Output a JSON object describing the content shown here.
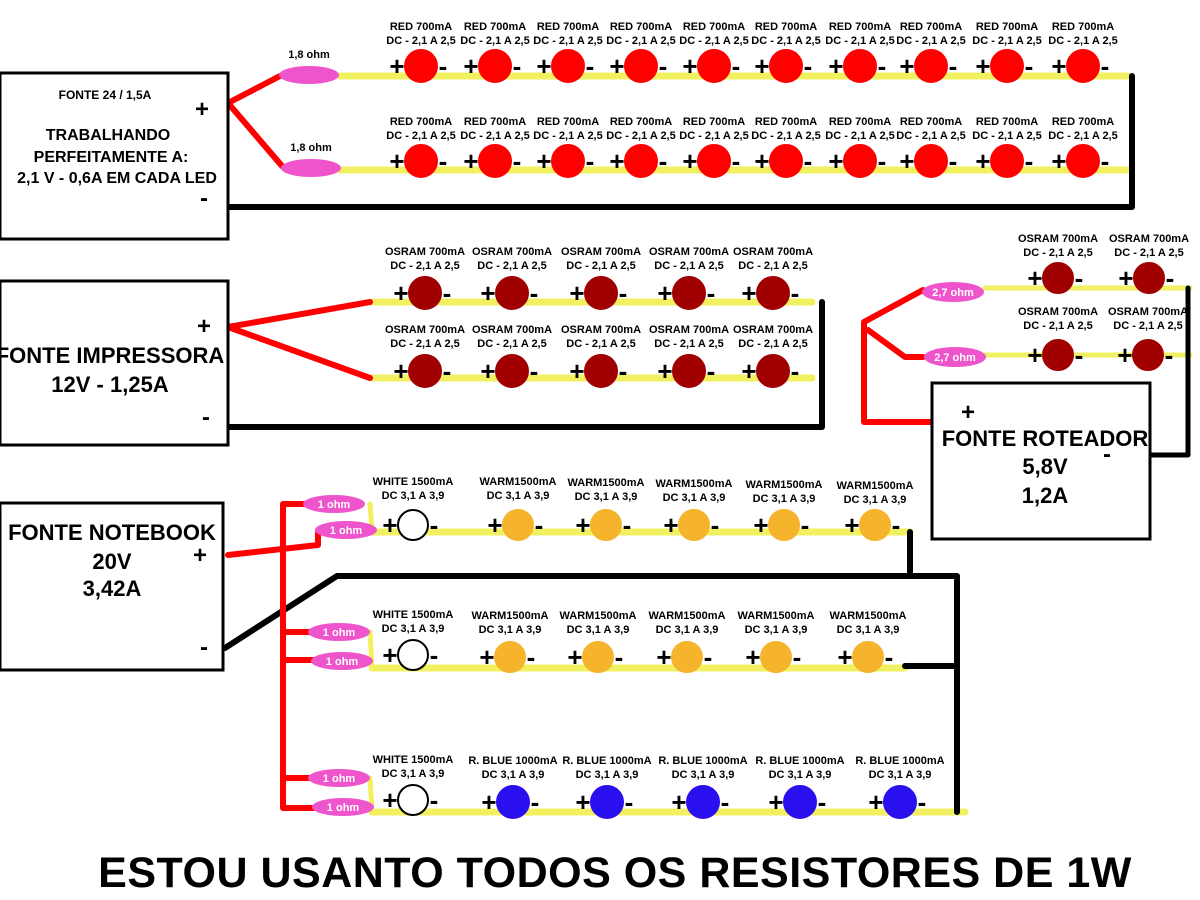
{
  "supplies": {
    "s1": {
      "line1": "FONTE 24 / 1,5A",
      "line2": "TRABALHANDO",
      "line3": "PERFEITAMENTE A:",
      "line4": "2,1 V - 0,6A EM CADA LED",
      "plus": "+",
      "minus": "-"
    },
    "s2": {
      "line1": "FONTE IMPRESSORA",
      "line2": "12V - 1,25A",
      "plus": "+",
      "minus": "-"
    },
    "s3": {
      "line1": "FONTE NOTEBOOK",
      "line2": "20V",
      "line3": "3,42A",
      "plus": "+",
      "minus": "-"
    },
    "s4": {
      "line1": "FONTE ROTEADOR",
      "line2": "5,8V",
      "line3": "1,2A",
      "plus": "+",
      "minus": "-"
    }
  },
  "resistors": {
    "r18": "1,8 ohm",
    "r27": "2,7 ohm",
    "r1": "1 ohm"
  },
  "led_labels": {
    "red": {
      "name": "RED 700mA",
      "spec": "DC - 2,1 A 2,5"
    },
    "osram": {
      "name": "OSRAM 700mA",
      "spec": "DC - 2,1 A 2,5"
    },
    "white": {
      "name": "WHITE 1500mA",
      "spec": "DC 3,1 A 3,9"
    },
    "warm": {
      "name": "WARM1500mA",
      "spec": "DC 3,1 A 3,9"
    },
    "blue": {
      "name": "R. BLUE 1000mA",
      "spec": "DC 3,1 A 3,9"
    }
  },
  "terminal": {
    "plus": "+",
    "minus": "-"
  },
  "colors": {
    "red_led": "#ff0000",
    "osram_led": "#a00000",
    "warm_led": "#f5b42c",
    "blue_led": "#2a10ee",
    "white_led": "#ffffff",
    "positive_wire": "#ff0000",
    "negative_wire": "#000000",
    "strip": "#f0f060",
    "resistor": "#ee55cc"
  },
  "footer": "ESTOU USANTO TODOS OS RESISTORES DE 1W"
}
